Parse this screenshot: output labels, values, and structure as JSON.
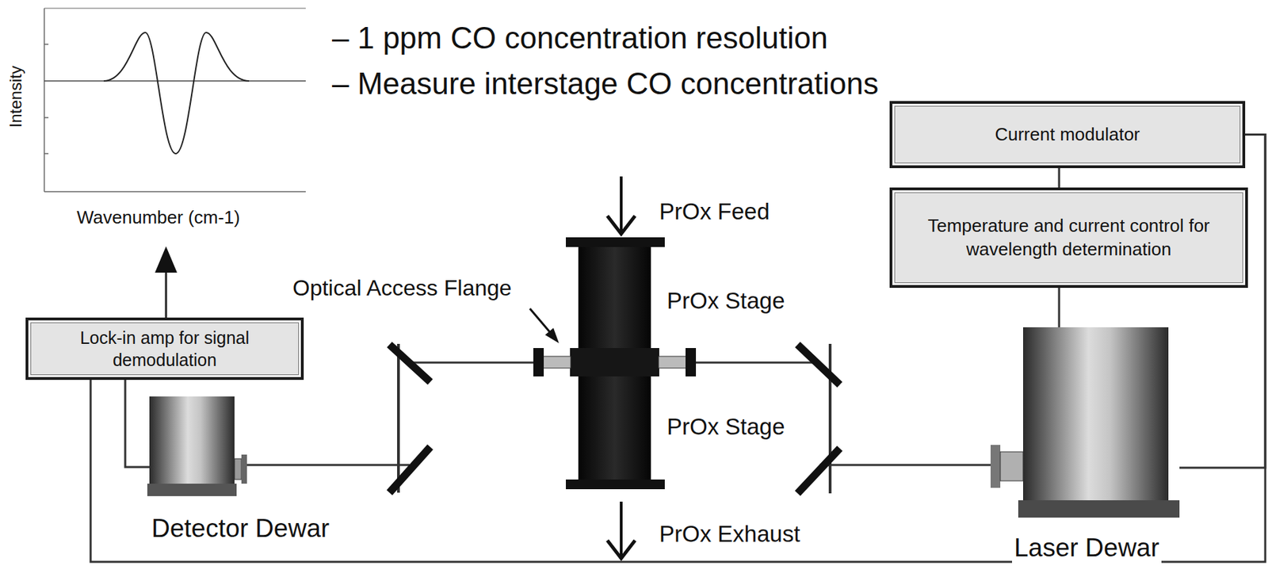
{
  "diagram": {
    "nodes": [
      {
        "text": [
          "Current modulator"
        ]
      },
      {
        "text": [
          "Temperature and current control for wavelength determination"
        ]
      },
      {
        "text": [
          "Lock-in amp for signal demodulation"
        ]
      },
      {
        "text": [
          "Detector Dewar"
        ]
      },
      {
        "text": [
          "Laser Dewar"
        ]
      }
    ],
    "edges": [
      {
        "from": 0,
        "to": 1,
        "arrow": "none"
      },
      {
        "from": 1,
        "to": 4,
        "arrow": "none"
      },
      {
        "from": 0,
        "to": 4,
        "arrow": "none"
      },
      {
        "from": 2,
        "to": 3,
        "arrow": "none"
      },
      {
        "from": 2,
        "to": 0,
        "arrow": "none"
      }
    ],
    "labels": [
      "Intensity",
      "Wavenumber (cm-1)",
      "– 1 ppm CO concentration resolution",
      "– Measure interstage CO concentrations",
      "Optical Access Flange",
      "PrOx Feed",
      "PrOx Stage",
      "PrOx Stage",
      "PrOx Exhaust"
    ]
  }
}
